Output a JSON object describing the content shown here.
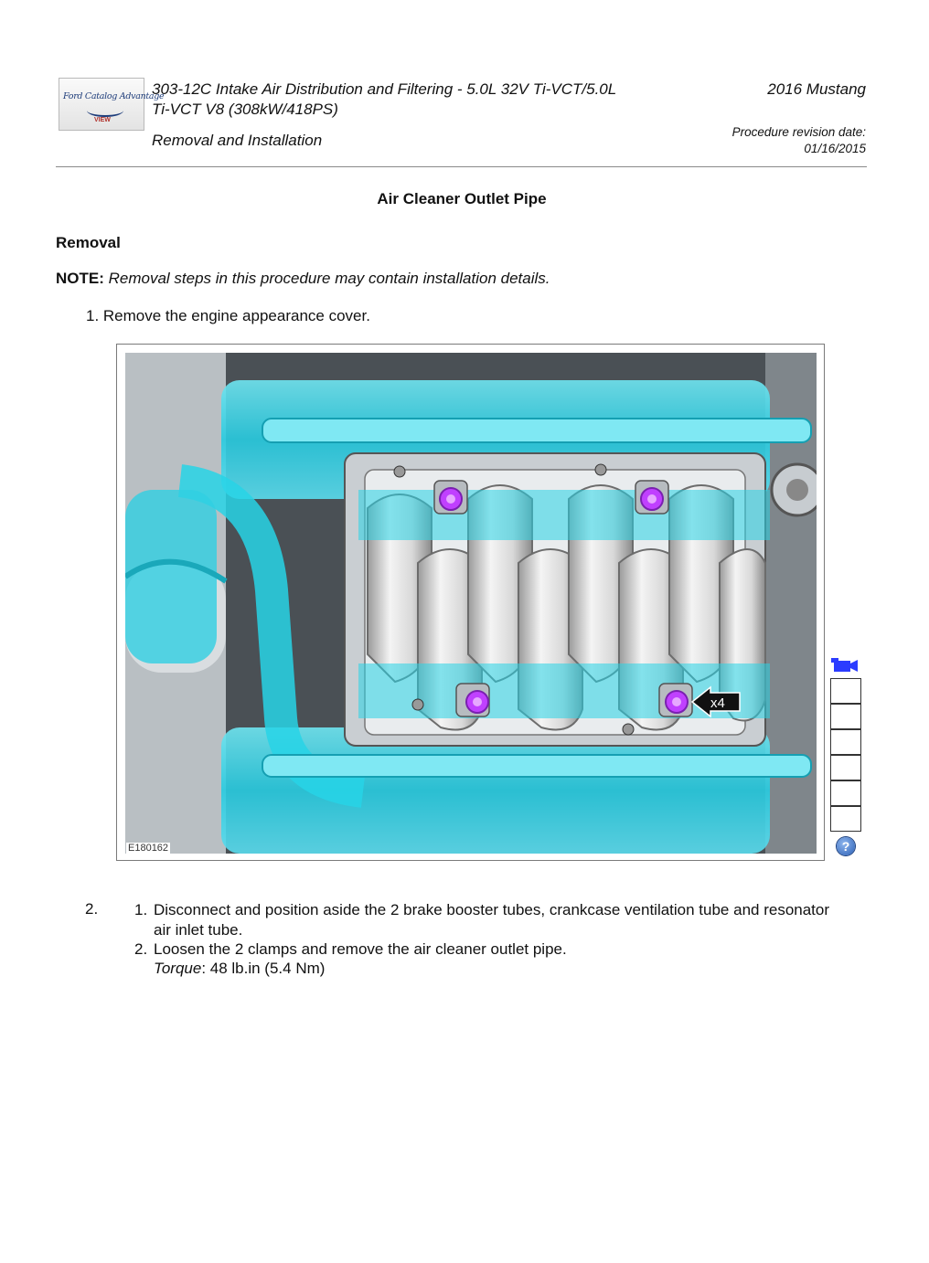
{
  "header": {
    "logo_text": "Ford Catalog Advantage",
    "logo_sub": "VIEW",
    "title_line1": "303-12C Intake Air Distribution and Filtering - 5.0L 32V Ti-VCT/5.0L",
    "title_line2": "Ti-VCT V8 (308kW/418PS)",
    "subtitle": "Removal and Installation",
    "vehicle": "2016 Mustang",
    "revision_label": "Procedure revision date:",
    "revision_date": "01/16/2015"
  },
  "document": {
    "title": "Air Cleaner Outlet Pipe",
    "section": "Removal",
    "note_label": "NOTE:",
    "note_text": "Removal steps in this procedure may contain installation details.",
    "step1": "1. Remove the engine appearance cover."
  },
  "figure": {
    "code": "E180162",
    "callout": "x4",
    "highlight_color": "#27d3e6",
    "fastener_color": "#c040ff"
  },
  "step2": {
    "number": "2.",
    "sub1_num": "1.",
    "sub1_line1": "Disconnect and position aside the 2 brake booster tubes, crankcase ventilation tube and resonator",
    "sub1_line2": "air inlet tube.",
    "sub2_num": "2.",
    "sub2_text": "Loosen the 2 clamps and remove the air cleaner outlet pipe.",
    "torque_label": "Torque",
    "torque_value": ": 48 lb.in (5.4 Nm)"
  },
  "toolbar": {
    "icon": "video-camera-icon",
    "help_label": "?"
  }
}
